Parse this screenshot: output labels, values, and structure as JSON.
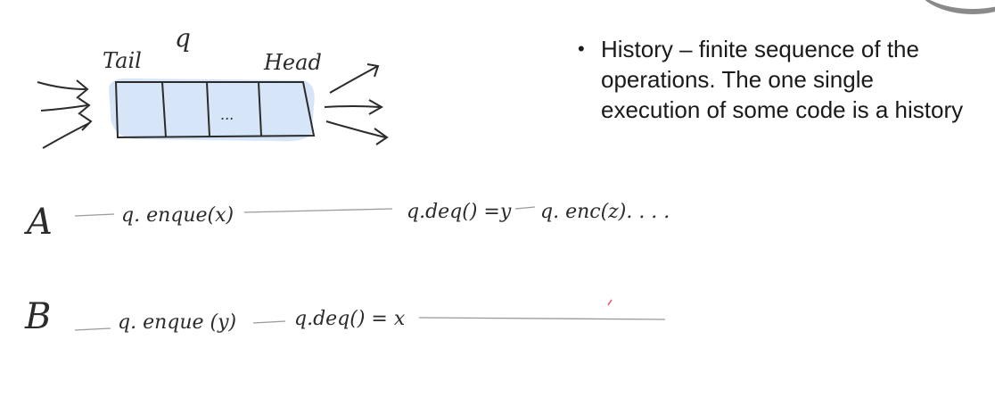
{
  "queue_diagram": {
    "queue_name": "q",
    "tail_label": "Tail",
    "head_label": "Head",
    "middle_cell": "..."
  },
  "bullets": [
    "History – finite sequence of the operations. The one single execution of some code is a history"
  ],
  "threads": [
    {
      "name": "A",
      "ops": [
        "q. enque(x)",
        "q.deq() =y",
        "q. enc(z). . . ."
      ]
    },
    {
      "name": "B",
      "ops": [
        "q. enque (y)",
        "q.deq() = x"
      ]
    }
  ],
  "colors": {
    "queue_fill": "#cfe2f7",
    "ink": "#2b2b2b",
    "line": "#9a9a9a",
    "red_mark": "#e0607a"
  }
}
